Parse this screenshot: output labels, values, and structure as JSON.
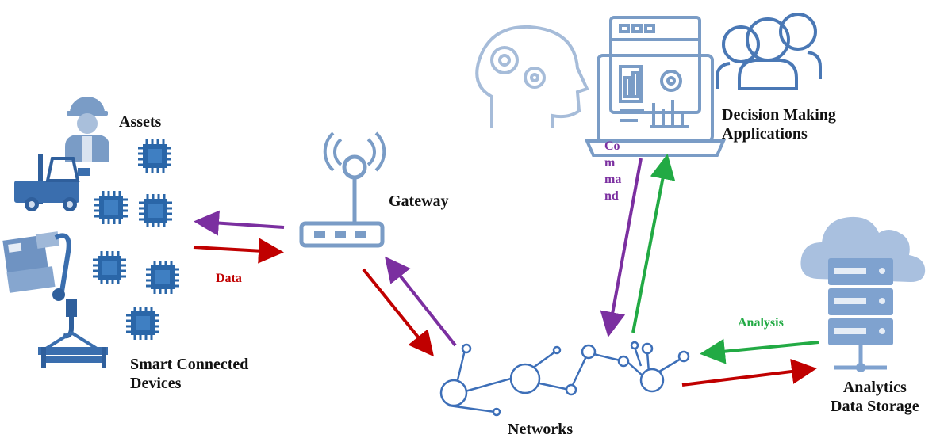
{
  "labels": {
    "assets": "Assets",
    "smart_connected_devices_line1": "Smart Connected",
    "smart_connected_devices_line2": "Devices",
    "gateway": "Gateway",
    "decision_making_line1": "Decision Making",
    "decision_making_line2": "Applications",
    "networks": "Networks",
    "analytics_line1": "Analytics",
    "analytics_line2": "Data Storage",
    "data": "Data",
    "analysis": "Analysis",
    "command_parts": [
      "Co",
      "m",
      "ma",
      "nd"
    ]
  },
  "colors": {
    "icon": "#4a78b5",
    "icon_light": "#9bb3d1",
    "data_arrow": "#c00000",
    "command_arrow": "#7b2fa0",
    "analysis_arrow": "#22aa44",
    "network": "#3d6fb8"
  },
  "icons": [
    "worker-icon",
    "forklift-icon",
    "hand-truck-icon",
    "crane-hook-icon",
    "chip-icon",
    "router-icon",
    "ai-head-icon",
    "dashboard-monitor-icon",
    "users-group-icon",
    "cloud-server-icon",
    "network-graph-icon"
  ]
}
